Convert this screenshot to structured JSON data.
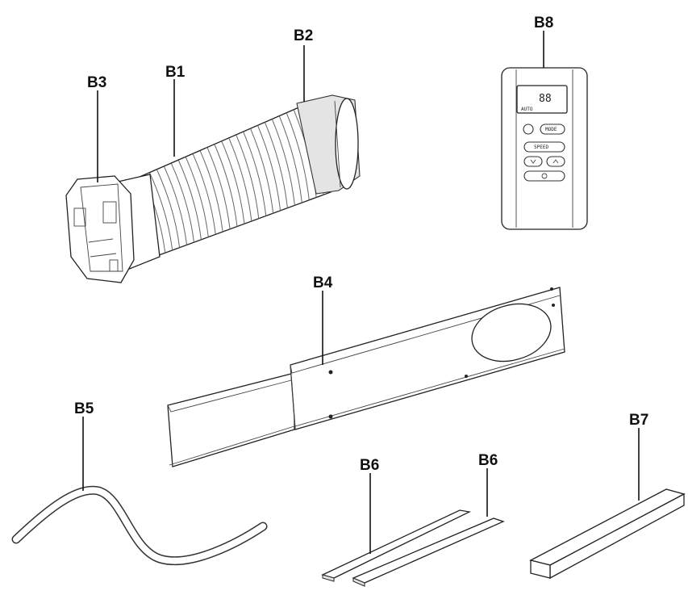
{
  "labels": {
    "b1": "B1",
    "b2": "B2",
    "b3": "B3",
    "b4": "B4",
    "b5": "B5",
    "b6_left": "B6",
    "b6_right": "B6",
    "b7": "B7",
    "b8": "B8"
  },
  "remote": {
    "display": "88",
    "mode_row": "AUTO",
    "button_top_right": "MODE",
    "button_middle": "SPEED"
  }
}
